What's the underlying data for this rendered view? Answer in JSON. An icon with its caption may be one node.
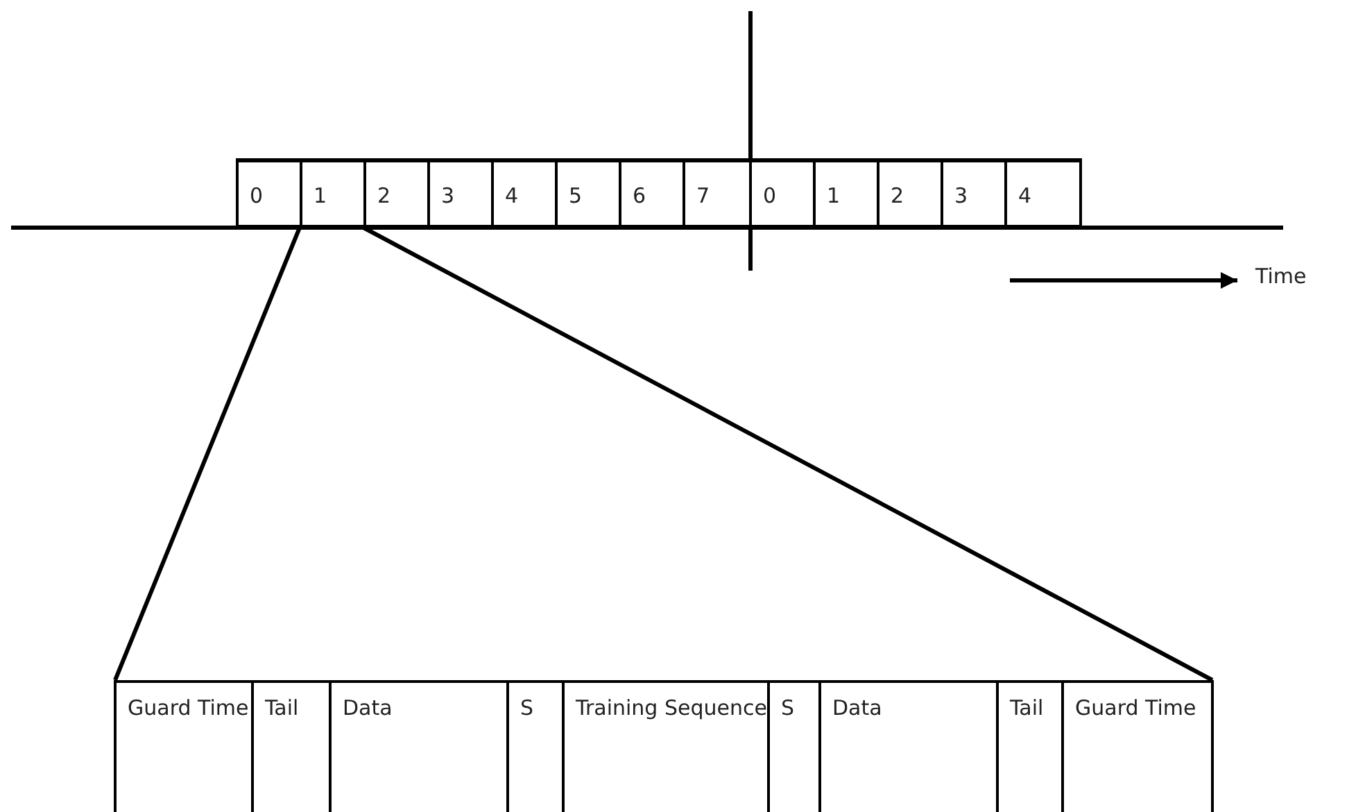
{
  "diagram": {
    "nodes": [
      {
        "text": [
          "0"
        ]
      },
      {
        "text": [
          "1"
        ]
      },
      {
        "text": [
          "2"
        ]
      },
      {
        "text": [
          "3"
        ]
      },
      {
        "text": [
          "4"
        ]
      },
      {
        "text": [
          "5"
        ]
      },
      {
        "text": [
          "6"
        ]
      },
      {
        "text": [
          "7"
        ]
      },
      {
        "text": [
          "0"
        ]
      },
      {
        "text": [
          "1"
        ]
      },
      {
        "text": [
          "2"
        ]
      },
      {
        "text": [
          "3"
        ]
      },
      {
        "text": [
          "4"
        ]
      },
      {
        "text": [
          "Guard Time"
        ]
      },
      {
        "text": [
          "Tail"
        ]
      },
      {
        "text": [
          "Data"
        ]
      },
      {
        "text": [
          "S"
        ]
      },
      {
        "text": [
          "Training Sequence"
        ]
      },
      {
        "text": [
          "S"
        ]
      },
      {
        "text": [
          "Data"
        ]
      },
      {
        "text": [
          "Tail"
        ]
      },
      {
        "text": [
          "Guard Time"
        ]
      }
    ],
    "edges": [
      {
        "from": 1,
        "to": 13,
        "arrow": "none"
      },
      {
        "from": 1,
        "to": 21,
        "arrow": "none"
      }
    ],
    "labels": [
      "Time"
    ]
  }
}
